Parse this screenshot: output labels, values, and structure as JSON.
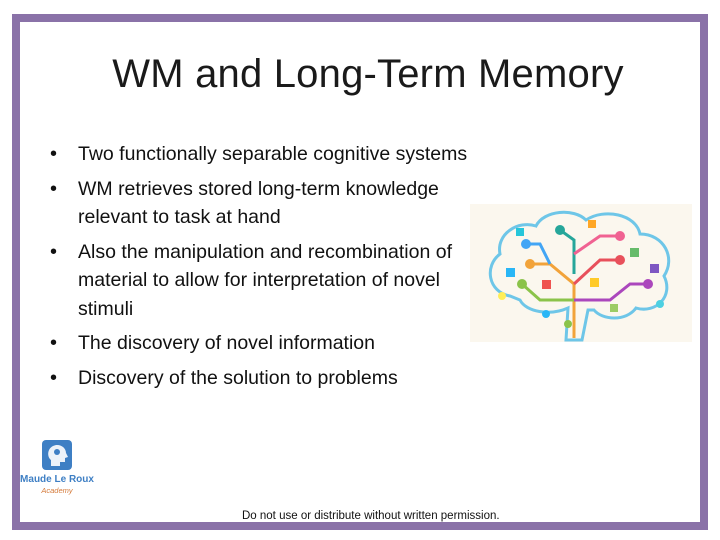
{
  "slide": {
    "title": "WM and Long-Term Memory",
    "bullets": [
      "Two functionally separable cognitive systems",
      "WM retrieves stored long-term knowledge relevant to task at hand",
      "Also the manipulation and recombination of material to allow for interpretation of novel stimuli",
      "The discovery of novel information",
      "Discovery of the solution to problems"
    ],
    "footer": "Do not use or distribute without written permission."
  },
  "logo": {
    "name": "Maude Le Roux",
    "sub": "Academy"
  },
  "colors": {
    "frame": "#8a72a8",
    "logo_blue": "#3e7fc4",
    "logo_orange": "#d47a3a"
  },
  "icons": {
    "brain": "brain-network-icon",
    "logo_mark": "head-profile-icon"
  }
}
